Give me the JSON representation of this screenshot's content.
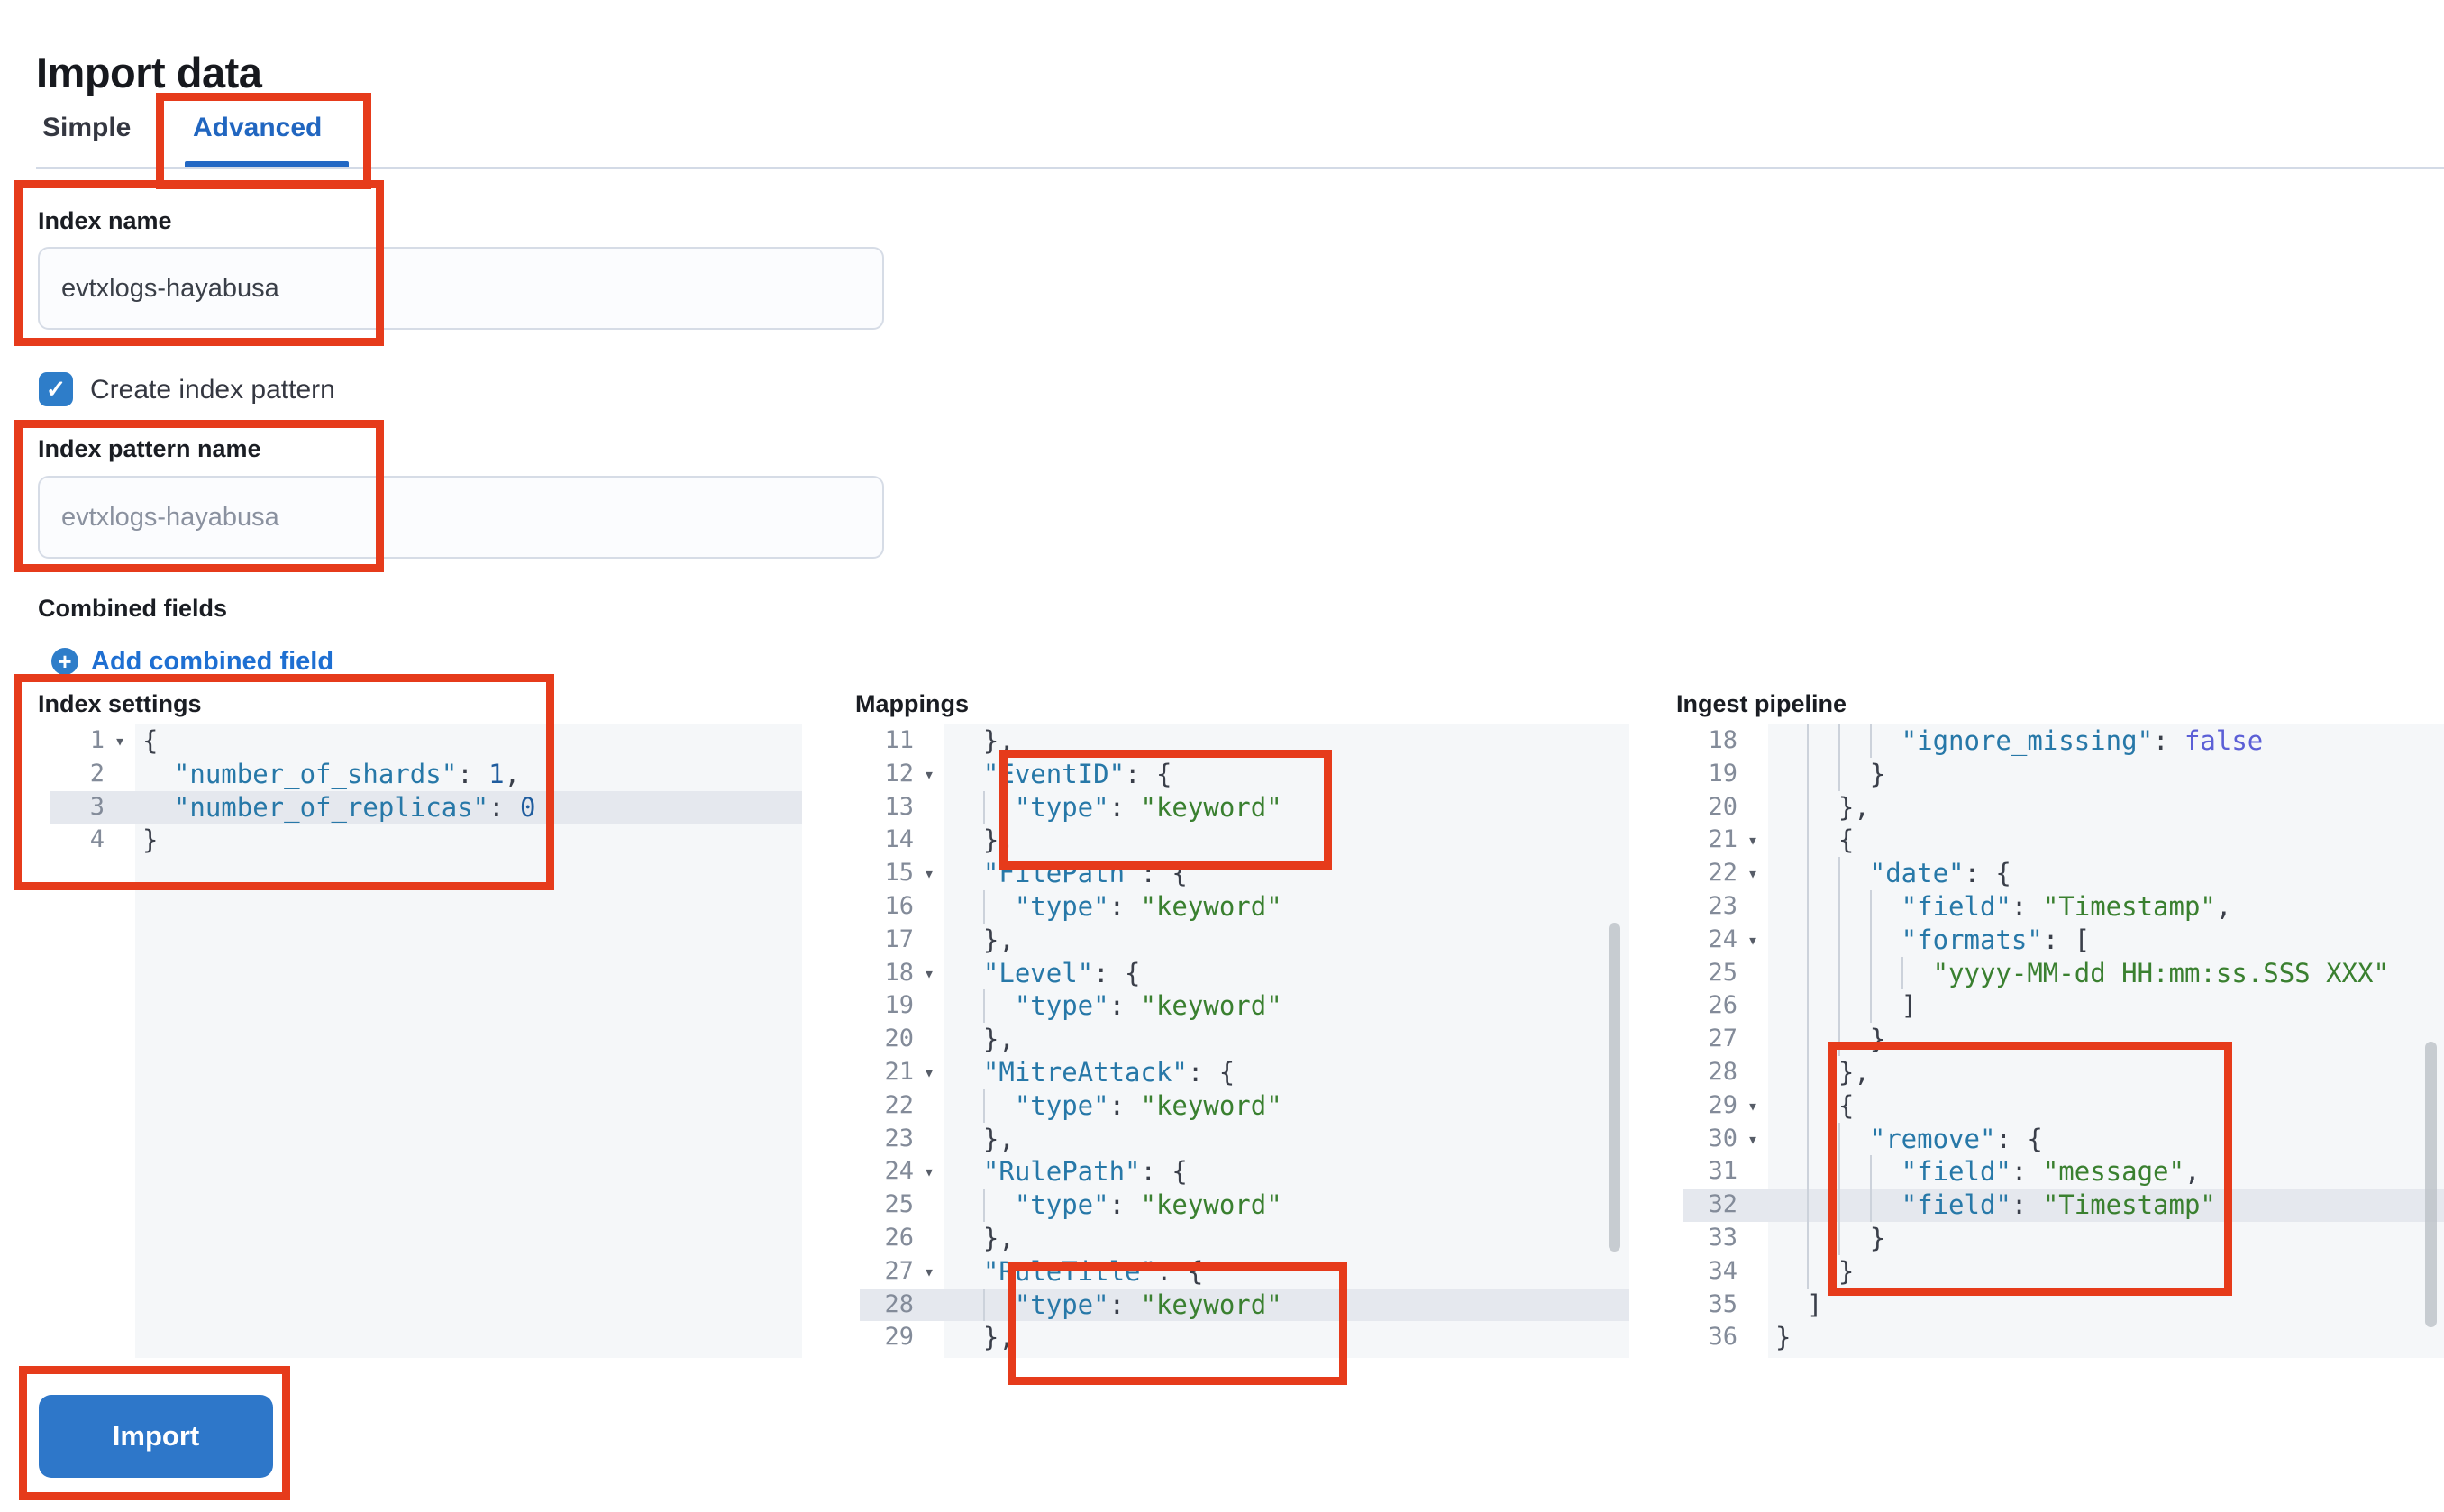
{
  "page": {
    "title": "Import data"
  },
  "tabs": {
    "simple": "Simple",
    "advanced": "Advanced",
    "active": "Advanced"
  },
  "form": {
    "index_name": {
      "label": "Index name",
      "value": "evtxlogs-hayabusa"
    },
    "create_index_pattern": {
      "label": "Create index pattern",
      "checked": true,
      "check_glyph": "✓"
    },
    "index_pattern_name": {
      "label": "Index pattern name",
      "placeholder": "evtxlogs-hayabusa"
    },
    "combined_fields": {
      "label": "Combined fields",
      "add_link": "Add combined field",
      "plus_glyph": "+"
    }
  },
  "editors": [
    {
      "id": "index-settings",
      "label": "Index settings",
      "lines": [
        {
          "n": 1,
          "fold": true,
          "ind": 0,
          "t": [
            [
              "p",
              "{"
            ]
          ]
        },
        {
          "n": 2,
          "ind": 2,
          "t": [
            [
              "k",
              "\"number_of_shards\""
            ],
            [
              "p",
              ": "
            ],
            [
              "n",
              "1"
            ],
            [
              "p",
              ","
            ]
          ]
        },
        {
          "n": 3,
          "ind": 2,
          "hl": true,
          "t": [
            [
              "k",
              "\"number_of_replicas\""
            ],
            [
              "p",
              ": "
            ],
            [
              "n",
              "0"
            ]
          ]
        },
        {
          "n": 4,
          "ind": 0,
          "t": [
            [
              "p",
              "}"
            ]
          ]
        }
      ]
    },
    {
      "id": "mappings",
      "label": "Mappings",
      "lines": [
        {
          "n": 11,
          "ind": 2,
          "t": [
            [
              "p",
              "},"
            ]
          ]
        },
        {
          "n": 12,
          "fold": true,
          "ind": 2,
          "t": [
            [
              "k",
              "\"EventID\""
            ],
            [
              "p",
              ": {"
            ]
          ]
        },
        {
          "n": 13,
          "ind": 4,
          "t": [
            [
              "k",
              "\"type\""
            ],
            [
              "p",
              ": "
            ],
            [
              "s",
              "\"keyword\""
            ]
          ]
        },
        {
          "n": 14,
          "ind": 2,
          "t": [
            [
              "p",
              "},"
            ]
          ]
        },
        {
          "n": 15,
          "fold": true,
          "ind": 2,
          "t": [
            [
              "k",
              "\"FilePath\""
            ],
            [
              "p",
              ": {"
            ]
          ]
        },
        {
          "n": 16,
          "ind": 4,
          "t": [
            [
              "k",
              "\"type\""
            ],
            [
              "p",
              ": "
            ],
            [
              "s",
              "\"keyword\""
            ]
          ]
        },
        {
          "n": 17,
          "ind": 2,
          "t": [
            [
              "p",
              "},"
            ]
          ]
        },
        {
          "n": 18,
          "fold": true,
          "ind": 2,
          "t": [
            [
              "k",
              "\"Level\""
            ],
            [
              "p",
              ": {"
            ]
          ]
        },
        {
          "n": 19,
          "ind": 4,
          "t": [
            [
              "k",
              "\"type\""
            ],
            [
              "p",
              ": "
            ],
            [
              "s",
              "\"keyword\""
            ]
          ]
        },
        {
          "n": 20,
          "ind": 2,
          "t": [
            [
              "p",
              "},"
            ]
          ]
        },
        {
          "n": 21,
          "fold": true,
          "ind": 2,
          "t": [
            [
              "k",
              "\"MitreAttack\""
            ],
            [
              "p",
              ": {"
            ]
          ]
        },
        {
          "n": 22,
          "ind": 4,
          "t": [
            [
              "k",
              "\"type\""
            ],
            [
              "p",
              ": "
            ],
            [
              "s",
              "\"keyword\""
            ]
          ]
        },
        {
          "n": 23,
          "ind": 2,
          "t": [
            [
              "p",
              "},"
            ]
          ]
        },
        {
          "n": 24,
          "fold": true,
          "ind": 2,
          "t": [
            [
              "k",
              "\"RulePath\""
            ],
            [
              "p",
              ": {"
            ]
          ]
        },
        {
          "n": 25,
          "ind": 4,
          "t": [
            [
              "k",
              "\"type\""
            ],
            [
              "p",
              ": "
            ],
            [
              "s",
              "\"keyword\""
            ]
          ]
        },
        {
          "n": 26,
          "ind": 2,
          "t": [
            [
              "p",
              "},"
            ]
          ]
        },
        {
          "n": 27,
          "fold": true,
          "ind": 2,
          "t": [
            [
              "k",
              "\"RuleTitle\""
            ],
            [
              "p",
              ": {"
            ]
          ]
        },
        {
          "n": 28,
          "ind": 4,
          "hl": true,
          "t": [
            [
              "k",
              "\"type\""
            ],
            [
              "p",
              ": "
            ],
            [
              "s",
              "\"keyword\""
            ]
          ]
        },
        {
          "n": 29,
          "ind": 2,
          "t": [
            [
              "p",
              "},"
            ]
          ]
        }
      ]
    },
    {
      "id": "ingest-pipeline",
      "label": "Ingest pipeline",
      "lines": [
        {
          "n": 18,
          "ind": 8,
          "t": [
            [
              "k",
              "\"ignore_missing\""
            ],
            [
              "p",
              ": "
            ],
            [
              "b",
              "false"
            ]
          ]
        },
        {
          "n": 19,
          "ind": 6,
          "t": [
            [
              "p",
              "}"
            ]
          ]
        },
        {
          "n": 20,
          "ind": 4,
          "t": [
            [
              "p",
              "},"
            ]
          ]
        },
        {
          "n": 21,
          "fold": true,
          "ind": 4,
          "t": [
            [
              "p",
              "{"
            ]
          ]
        },
        {
          "n": 22,
          "fold": true,
          "ind": 6,
          "t": [
            [
              "k",
              "\"date\""
            ],
            [
              "p",
              ": {"
            ]
          ]
        },
        {
          "n": 23,
          "ind": 8,
          "t": [
            [
              "k",
              "\"field\""
            ],
            [
              "p",
              ": "
            ],
            [
              "s",
              "\"Timestamp\""
            ],
            [
              "p",
              ","
            ]
          ]
        },
        {
          "n": 24,
          "fold": true,
          "ind": 8,
          "t": [
            [
              "k",
              "\"formats\""
            ],
            [
              "p",
              ": ["
            ]
          ]
        },
        {
          "n": 25,
          "ind": 10,
          "t": [
            [
              "s",
              "\"yyyy-MM-dd HH:mm:ss.SSS XXX\""
            ]
          ]
        },
        {
          "n": 26,
          "ind": 8,
          "t": [
            [
              "p",
              "]"
            ]
          ]
        },
        {
          "n": 27,
          "ind": 6,
          "t": [
            [
              "p",
              "}"
            ]
          ]
        },
        {
          "n": 28,
          "ind": 4,
          "t": [
            [
              "p",
              "},"
            ]
          ]
        },
        {
          "n": 29,
          "fold": true,
          "ind": 4,
          "t": [
            [
              "p",
              "{"
            ]
          ]
        },
        {
          "n": 30,
          "fold": true,
          "ind": 6,
          "t": [
            [
              "k",
              "\"remove\""
            ],
            [
              "p",
              ": {"
            ]
          ]
        },
        {
          "n": 31,
          "ind": 8,
          "t": [
            [
              "k",
              "\"field\""
            ],
            [
              "p",
              ": "
            ],
            [
              "s",
              "\"message\""
            ],
            [
              "p",
              ","
            ]
          ]
        },
        {
          "n": 32,
          "ind": 8,
          "hl": true,
          "t": [
            [
              "k",
              "\"field\""
            ],
            [
              "p",
              ": "
            ],
            [
              "s",
              "\"Timestamp\""
            ]
          ]
        },
        {
          "n": 33,
          "ind": 6,
          "t": [
            [
              "p",
              "}"
            ]
          ]
        },
        {
          "n": 34,
          "ind": 4,
          "t": [
            [
              "p",
              "}"
            ]
          ]
        },
        {
          "n": 35,
          "ind": 2,
          "t": [
            [
              "p",
              "]"
            ]
          ]
        },
        {
          "n": 36,
          "ind": 0,
          "t": [
            [
              "p",
              "}"
            ]
          ]
        }
      ]
    }
  ],
  "import_button": {
    "label": "Import"
  },
  "colors": {
    "tab_active_blue": "#2166c0",
    "link_blue": "#1e6fd2",
    "checkbox_blue": "#2e7dc9",
    "primary_button_blue": "#2e77c9",
    "annotation_red": "#e63b1b",
    "code_key": "#2778a8",
    "code_string": "#3a8030",
    "code_number": "#1f5c9e",
    "code_boolean": "#5b5fd6",
    "editor_bg": "#f5f7f9",
    "active_line_bg": "#e5e8ee"
  }
}
